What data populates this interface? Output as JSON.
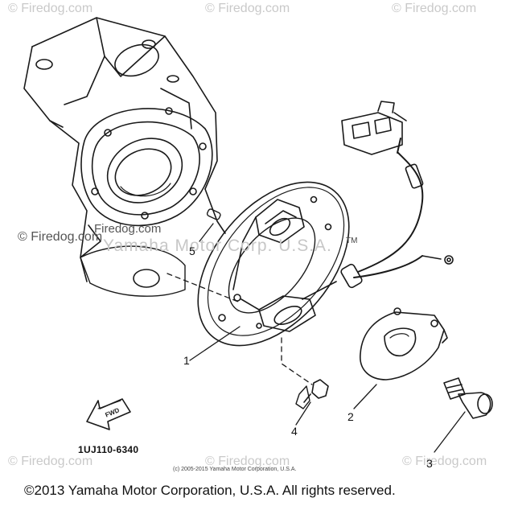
{
  "watermarks": {
    "top_left": "© Firedog.com",
    "top_mid": "© Firedog.com",
    "top_right": "© Firedog.com",
    "mid_left": "© Firedog.com",
    "mid_small": "Firedog.com",
    "band": "Yamaha Motor Corp. U.S.A.",
    "tm": "TM",
    "bottom_left": "© Firedog.com",
    "bottom_mid": "© Firedog.com",
    "bottom_right": "© Firedog.com"
  },
  "callouts": {
    "c1": "1",
    "c2": "2",
    "c3": "3",
    "c4": "4",
    "c5": "5"
  },
  "arrow_label": "FWD",
  "part_number": "1UJ110-6340",
  "small_copyright": "(c) 2005-2015 Yamaha Motor Corporation, U.S.A.",
  "copyright": "©2013 Yamaha Motor Corporation, U.S.A. All rights reserved."
}
